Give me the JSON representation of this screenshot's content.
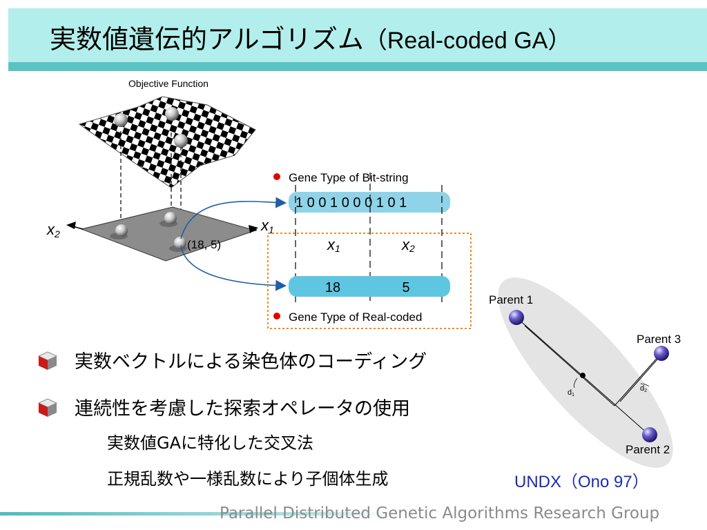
{
  "slide": {
    "title_jp": "実数値遺伝的アルゴリズム",
    "title_en": "（Real-coded GA）",
    "footer": "Parallel Distributed Genetic Algorithms Research Group"
  },
  "figure": {
    "objective_label": "Objective Function",
    "axis_x2": "x",
    "axis_x2_sub": "2",
    "axis_x1": "x",
    "axis_x1_sub": "1",
    "point_label": "(18, 5)",
    "bitstring_legend": "Gene Type of Bit-string",
    "bitstring_value": "1 0 0 1 0 0 0 1 0 1",
    "col_x1": "x",
    "col_x1_sub": "1",
    "col_x2": "x",
    "col_x2_sub": "2",
    "real_value_1": "18",
    "real_value_2": "5",
    "realcoded_legend": "Gene Type of Real-coded",
    "colors": {
      "gene_bar": "#8fd3e8",
      "gene_bar_dark": "#5fc6e2",
      "legend_dot": "#e60000",
      "dotted_box": "#f08a1c",
      "arrow": "#1f5fa8"
    }
  },
  "undx": {
    "parent1": "Parent 1",
    "parent2": "Parent 2",
    "parent3": "Parent 3",
    "d1": "d",
    "d1_sub": "1",
    "d2": "d",
    "d2_sub": "2",
    "caption": "UNDX（Ono 97）"
  },
  "bullets": [
    {
      "text": "実数ベクトルによる染色体のコーディング"
    },
    {
      "text": "連続性を考慮した探索オペレータの使用"
    }
  ],
  "sub_items": [
    {
      "text": "実数値GAに特化した交叉法"
    },
    {
      "text": "正規乱数や一様乱数により子個体生成"
    }
  ]
}
